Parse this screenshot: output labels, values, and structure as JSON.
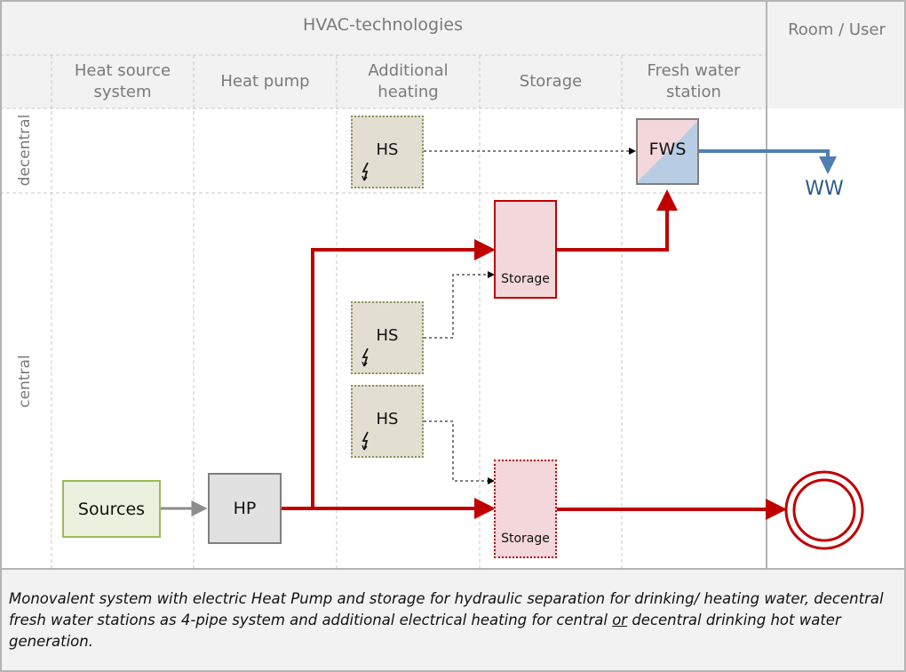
{
  "header": {
    "title": "HVAC-technologies",
    "room_user": "Room / User"
  },
  "columns": [
    {
      "label": "Heat source system"
    },
    {
      "label": "Heat pump"
    },
    {
      "label": "Additional heating"
    },
    {
      "label": "Storage"
    },
    {
      "label": "Fresh water station"
    }
  ],
  "rows": {
    "decentral": "decentral",
    "central": "central"
  },
  "nodes": {
    "sources": "Sources",
    "hp": "HP",
    "hs_1": "HS",
    "hs_2": "HS",
    "hs_3": "HS",
    "storage_top": "Storage",
    "storage_bottom": "Storage",
    "fws": "FWS",
    "ww": "WW"
  },
  "caption": {
    "part1": "Monovalent system with electric Heat Pump and storage for hydraulic separation for drinking/ heating water, decentral fresh water stations as 4-pipe system and additional electrical heating for central ",
    "underlined": "or",
    "part2": " decentral drinking hot water generation."
  },
  "colors": {
    "hot_pipe": "#c00000",
    "drinking_water_pipe": "#4e7fb3",
    "source_pipe": "#8c8c8c",
    "header_bg": "#f2f2f2",
    "storage_fill": "#f4d7da",
    "hs_fill": "#e3ded2",
    "sources_fill": "#ebf1de",
    "sources_border": "#9bbb59"
  },
  "icons": {
    "bolt": "lightning-icon",
    "consumer": "radiator-circle-icon"
  }
}
